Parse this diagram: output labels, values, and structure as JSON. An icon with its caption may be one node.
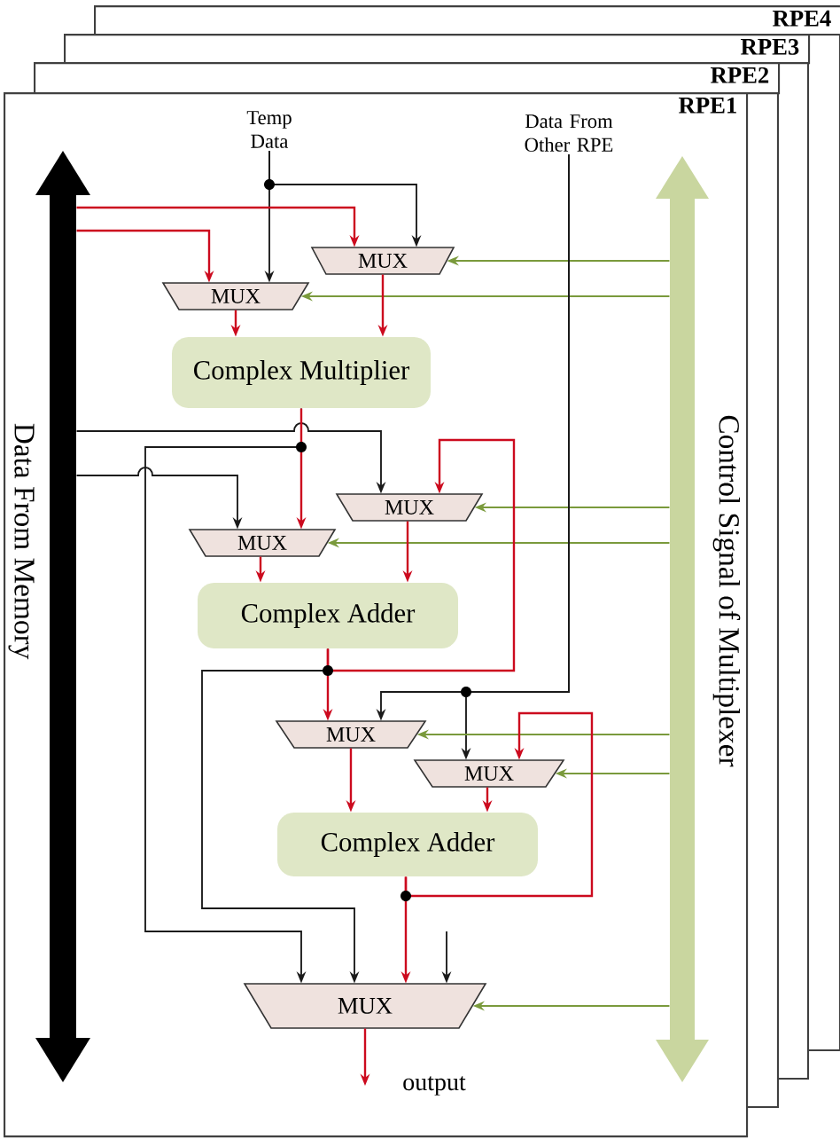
{
  "diagram": {
    "nodes": [
      {
        "text": [
          "RPE4"
        ]
      },
      {
        "text": [
          "RPE3"
        ]
      },
      {
        "text": [
          "RPE2"
        ]
      },
      {
        "text": [
          "RPE1"
        ]
      },
      {
        "text": [
          "Temp Data"
        ],
        "in": 3
      },
      {
        "text": [
          "Data From Other RPE"
        ],
        "in": 3
      },
      {
        "text": [
          "Data From Memory"
        ],
        "in": 3
      },
      {
        "text": [
          "Control Signal of Multiplexer"
        ],
        "in": 3
      },
      {
        "text": [
          "MUX"
        ],
        "in": 3
      },
      {
        "text": [
          "MUX"
        ],
        "in": 3
      },
      {
        "text": [
          "Complex Multiplier"
        ],
        "in": 3
      },
      {
        "text": [
          "MUX"
        ],
        "in": 3
      },
      {
        "text": [
          "MUX"
        ],
        "in": 3
      },
      {
        "text": [
          "Complex Adder"
        ],
        "in": 3
      },
      {
        "text": [
          "MUX"
        ],
        "in": 3
      },
      {
        "text": [
          "MUX"
        ],
        "in": 3
      },
      {
        "text": [
          "Complex Adder"
        ],
        "in": 3
      },
      {
        "text": [
          "MUX"
        ],
        "in": 3
      },
      {
        "text": [
          "output"
        ],
        "in": 3
      }
    ],
    "edges": [
      {
        "from": 6,
        "to": 8,
        "arrow": "to"
      },
      {
        "from": 6,
        "to": 9,
        "arrow": "to"
      },
      {
        "from": 4,
        "to": 9,
        "arrow": "to",
        "color": "#1a1a1a"
      },
      {
        "from": 4,
        "to": 8,
        "arrow": "to",
        "color": "#1a1a1a"
      },
      {
        "from": 7,
        "to": 8,
        "arrow": "to",
        "color": "#7a9a3c"
      },
      {
        "from": 7,
        "to": 9,
        "arrow": "to",
        "color": "#7a9a3c"
      },
      {
        "from": 9,
        "to": 10,
        "arrow": "to"
      },
      {
        "from": 8,
        "to": 10,
        "arrow": "to"
      },
      {
        "from": 10,
        "to": 12,
        "arrow": "to"
      },
      {
        "from": 10,
        "to": 17,
        "arrow": "to",
        "color": "#1a1a1a"
      },
      {
        "from": 6,
        "to": 11,
        "arrow": "to",
        "color": "#1a1a1a"
      },
      {
        "from": 6,
        "to": 12,
        "arrow": "to",
        "color": "#1a1a1a"
      },
      {
        "from": 13,
        "to": 11,
        "arrow": "to"
      },
      {
        "from": 7,
        "to": 11,
        "arrow": "to",
        "color": "#7a9a3c"
      },
      {
        "from": 7,
        "to": 12,
        "arrow": "to",
        "color": "#7a9a3c"
      },
      {
        "from": 12,
        "to": 13,
        "arrow": "to"
      },
      {
        "from": 11,
        "to": 13,
        "arrow": "to"
      },
      {
        "from": 13,
        "to": 14,
        "arrow": "to"
      },
      {
        "from": 13,
        "to": 17,
        "arrow": "to",
        "color": "#1a1a1a"
      },
      {
        "from": 5,
        "to": 14,
        "arrow": "to",
        "color": "#1a1a1a"
      },
      {
        "from": 5,
        "to": 15,
        "arrow": "to",
        "color": "#1a1a1a"
      },
      {
        "from": 16,
        "to": 15,
        "arrow": "to"
      },
      {
        "from": 7,
        "to": 14,
        "arrow": "to",
        "color": "#7a9a3c"
      },
      {
        "from": 7,
        "to": 15,
        "arrow": "to",
        "color": "#7a9a3c"
      },
      {
        "from": 14,
        "to": 16,
        "arrow": "to"
      },
      {
        "from": 15,
        "to": 16,
        "arrow": "to"
      },
      {
        "from": 16,
        "to": 17,
        "arrow": "to"
      },
      {
        "from": null,
        "to": 17,
        "arrow": "to",
        "color": "#1a1a1a"
      },
      {
        "from": 7,
        "to": 17,
        "arrow": "to",
        "color": "#7a9a3c"
      },
      {
        "from": 17,
        "to": 18,
        "arrow": "to"
      }
    ]
  }
}
